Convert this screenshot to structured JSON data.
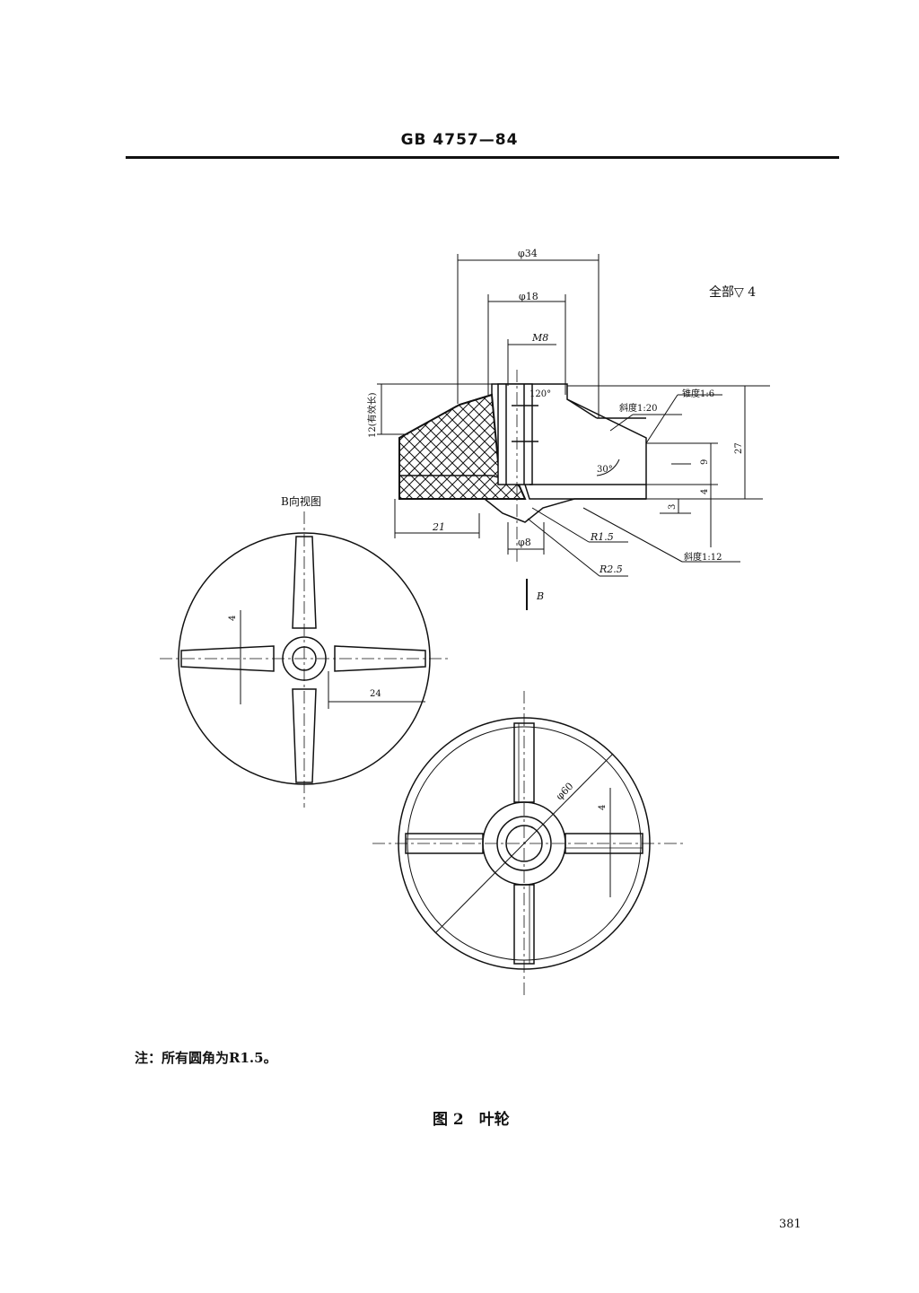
{
  "header": {
    "standard_code": "GB 4757—84"
  },
  "diagram": {
    "roughness_note": "全部▽ 4",
    "dim_phi34": "φ34",
    "dim_phi18": "φ18",
    "dim_m8": "M8",
    "dim_120": "120°",
    "label_taper": "锥度1:6",
    "label_slope20": "斜度1:20",
    "dim_30": "30°",
    "dim_27": "27",
    "dim_9": "9",
    "dim_4_right": "4",
    "dim_3": "3",
    "dim_12_eff": "12(有效长)",
    "dim_21": "21",
    "dim_phi8": "φ8",
    "dim_r15": "R1.5",
    "dim_r25": "R2.5",
    "label_slope12": "斜度1:12",
    "label_b": "B",
    "view_b_title": "B向视图",
    "dim_4_b": "4",
    "dim_24": "24",
    "dim_phi60": "φ60",
    "dim_4_bottom": "4"
  },
  "note": "注：所有圆角为R1.5。",
  "caption": "图 2　叶轮",
  "page_number": "381"
}
